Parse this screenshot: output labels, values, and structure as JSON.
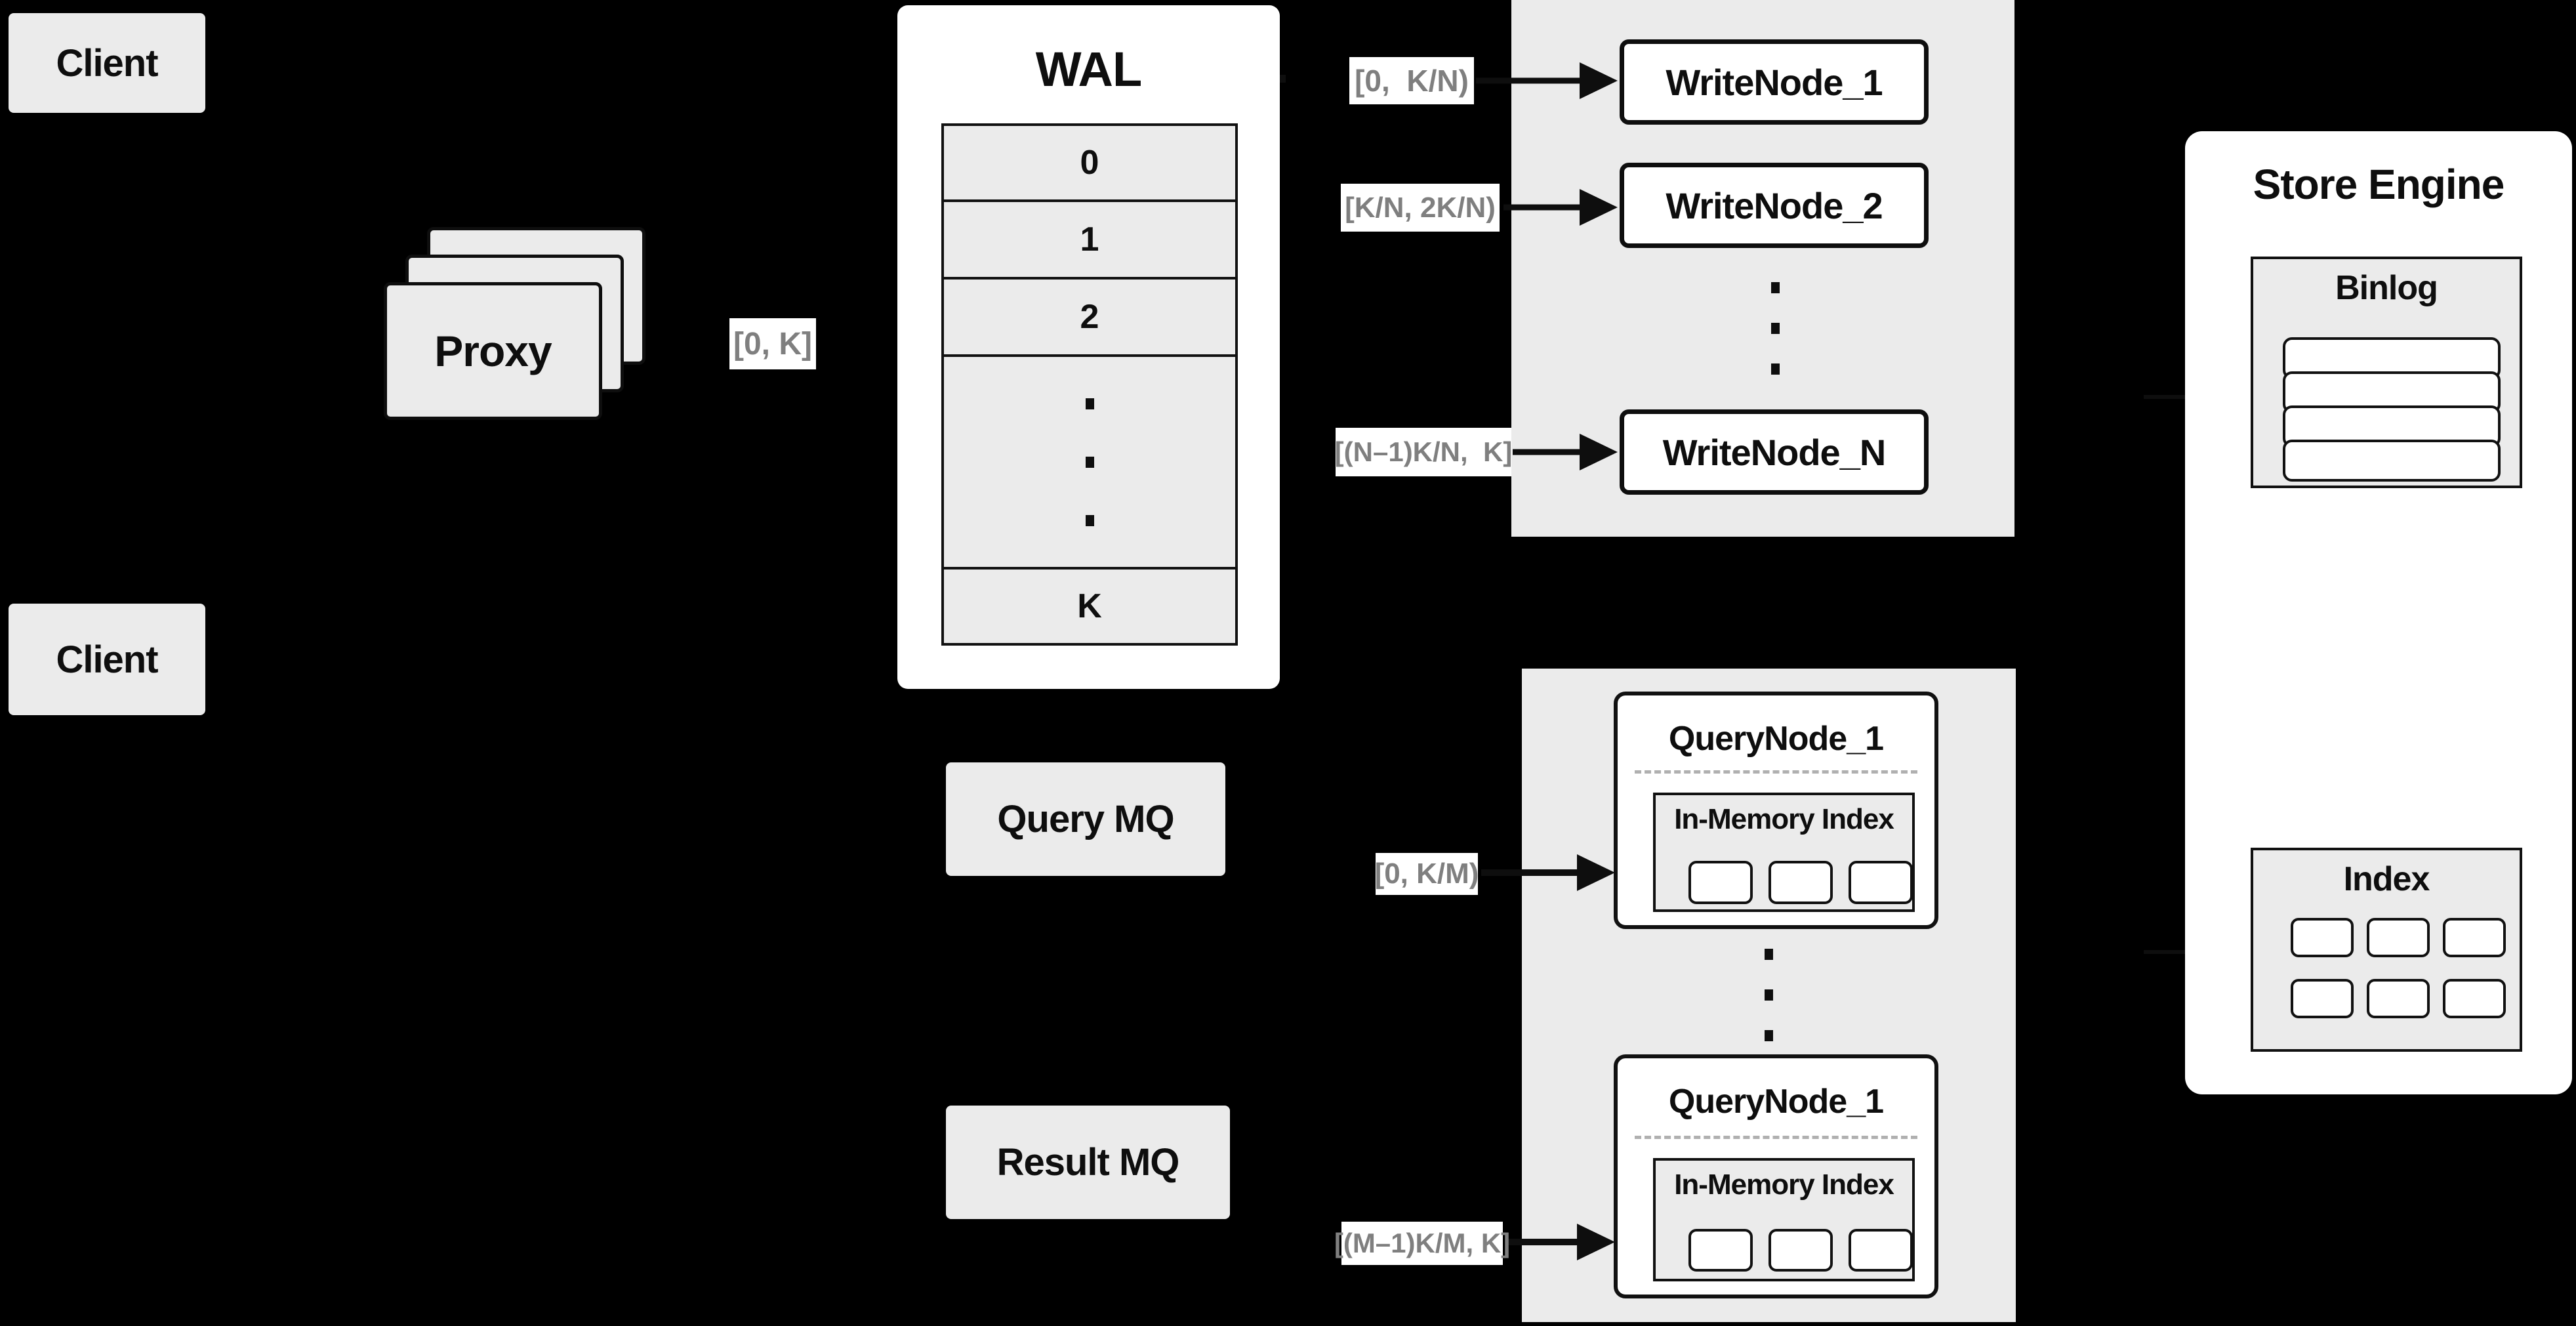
{
  "clients": {
    "top": "Client",
    "bottom": "Client"
  },
  "proxy": {
    "label": "Proxy"
  },
  "edge_labels": {
    "proxy_out": "[0, K]",
    "write_1": "[0,  K/N)",
    "write_2": "[K/N, 2K/N)",
    "write_n": "[(N–1)K/N,  K]",
    "query_1": "[0, K/M)",
    "query_m": "[(M–1)K/M, K]"
  },
  "wal": {
    "title": "WAL",
    "rows": [
      "0",
      "1",
      "2",
      "K"
    ]
  },
  "write_nodes": {
    "items": [
      "WriteNode_1",
      "WriteNode_2",
      "WriteNode_N"
    ]
  },
  "query_nodes": {
    "top": {
      "title": "QueryNode_1",
      "inner_title": "In-Memory Index"
    },
    "bottom": {
      "title": "QueryNode_1",
      "inner_title": "In-Memory Index"
    }
  },
  "mq": {
    "query": "Query MQ",
    "result": "Result MQ"
  },
  "store_engine": {
    "title": "Store Engine",
    "binlog_title": "Binlog",
    "index_title": "Index"
  },
  "colors": {
    "background": "#000000",
    "panel_gray": "#ebebeb",
    "box_white": "#ffffff",
    "ink": "#0e0e0e",
    "range_label_text": "#7f7f7f",
    "dashed_divider": "#b0b0b0"
  }
}
